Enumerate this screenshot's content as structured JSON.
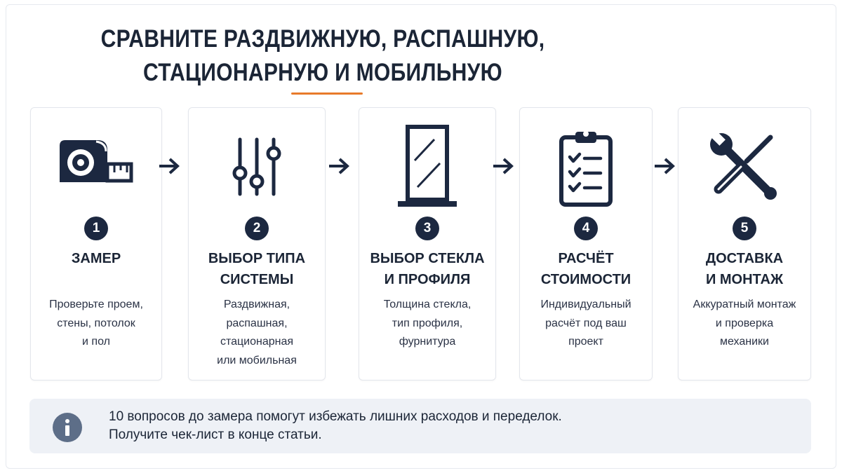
{
  "title": {
    "line1": "СРАВНИТЕ РАЗДВИЖНУЮ, РАСПАШНУЮ,",
    "line2": "СТАЦИОНАРНУЮ И МОБИЛЬНУЮ"
  },
  "steps": [
    {
      "number": "1",
      "title": "ЗАМЕР",
      "description": "Проверьте проем,\nстены, потолок\nи пол",
      "icon": "tape-measure-icon"
    },
    {
      "number": "2",
      "title": "ВЫБОР ТИПА\nСИСТЕМЫ",
      "description": "Раздвижная,\nраспашная,\nстационарная\nили мобильная",
      "icon": "sliders-icon"
    },
    {
      "number": "3",
      "title": "ВЫБОР СТЕКЛА\nИ ПРОФИЛЯ",
      "description": "Толщина стекла,\nтип профиля,\nфурнитура",
      "icon": "glass-panel-icon"
    },
    {
      "number": "4",
      "title": "РАСЧЁТ\nСТОИМОСТИ",
      "description": "Индивидуальный\nрасчёт под ваш\nпроект",
      "icon": "clipboard-checklist-icon"
    },
    {
      "number": "5",
      "title": "ДОСТАВКА\nИ МОНТАЖ",
      "description": "Аккуратный монтаж\nи проверка\nмеханики",
      "icon": "tools-icon"
    }
  ],
  "info": {
    "line1": "10 вопросов до замера помогут избежать лишних расходов и переделок.",
    "line2": "Получите чек-лист в конце статьи.",
    "icon": "info-icon"
  },
  "colors": {
    "dark": "#1c2840",
    "accent": "#e87a2a",
    "info_bg": "#eef1f6",
    "info_icon": "#5d6e88"
  }
}
